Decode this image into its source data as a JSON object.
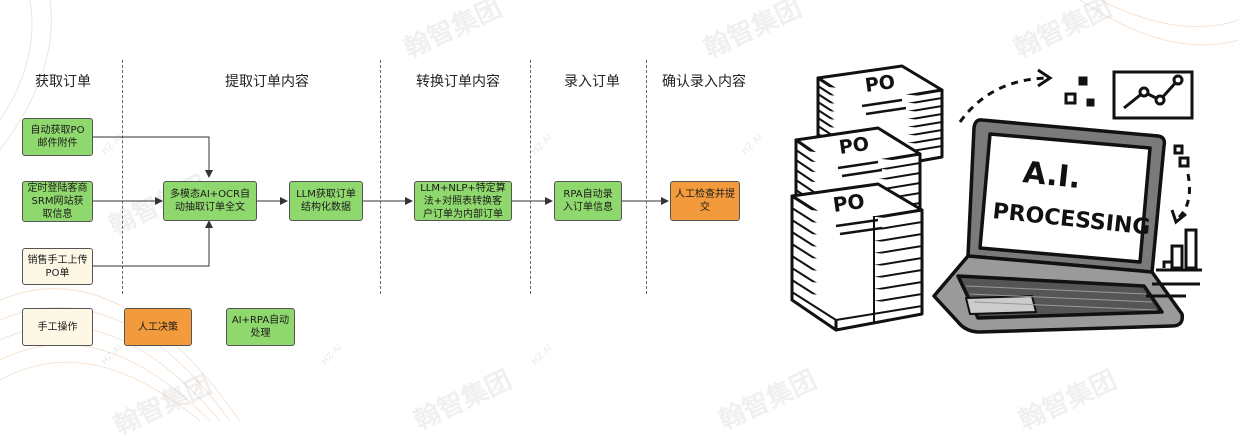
{
  "watermark": {
    "text": "翰智集团",
    "small_text": "HZ AI"
  },
  "stages": [
    {
      "id": "get",
      "label": "获取订单"
    },
    {
      "id": "extract",
      "label": "提取订单内容"
    },
    {
      "id": "convert",
      "label": "转换订单内容"
    },
    {
      "id": "entry",
      "label": "录入订单"
    },
    {
      "id": "confirm",
      "label": "确认录入内容"
    }
  ],
  "nodes": {
    "auto_fetch": "自动获取PO邮件附件",
    "login_srm": "定时登陆客商SRM网站获取信息",
    "manual_upload": "销售手工上传PO单",
    "ocr_extract": "多模态AI+OCR自动抽取订单全文",
    "llm_struct": "LLM获取订单结构化数据",
    "llm_nlp": "LLM+NLP+特定算法+对照表转换客户订单为内部订单",
    "rpa_entry": "RPA自动录入订单信息",
    "manual_check": "人工检查并提交"
  },
  "legend": {
    "manual_op": "手工操作",
    "manual_decision": "人工决策",
    "ai_rpa": "AI+RPA自动处理"
  },
  "illustration": {
    "doc_label": "PO",
    "screen_line1": "A.I.",
    "screen_line2": "PROCESSING"
  },
  "colors": {
    "green": "#8fd86d",
    "orange": "#f29a3c",
    "cream": "#fdf7e6"
  }
}
